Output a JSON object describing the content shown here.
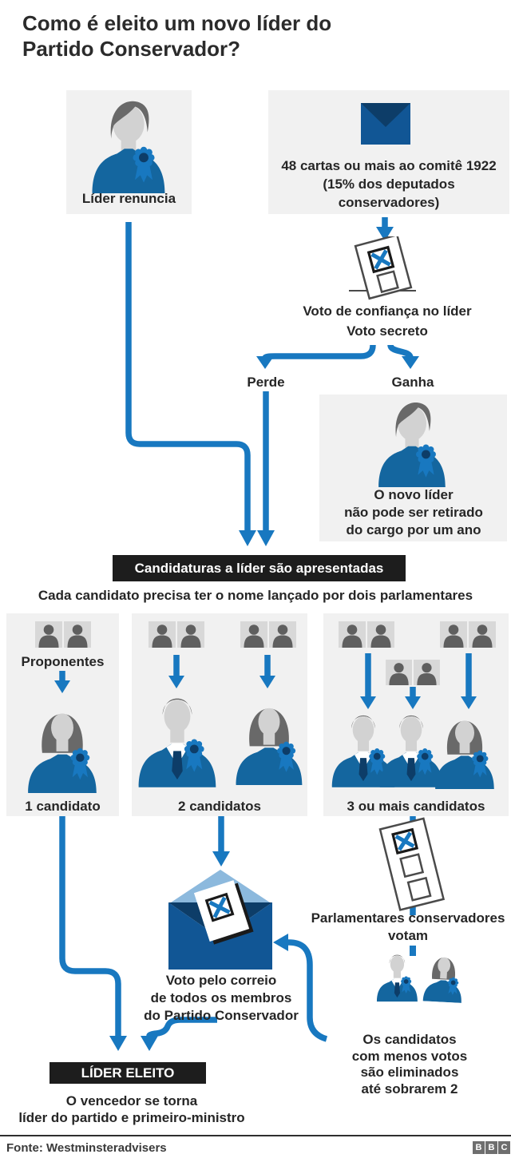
{
  "colors": {
    "blue": "#1878c0",
    "dblue": "#115695",
    "navy": "#0d3d68",
    "shirt": "#14669f",
    "flap": "#8cb9dd",
    "boxbg": "#f1f1f1",
    "bannerbg": "#1d1d1d",
    "ink": "#262626",
    "outline": "#4a4a4a",
    "tile": "#d8d8d8",
    "sil": "#5f5f5f",
    "hair": "#696969",
    "face": "#d2d2d2"
  },
  "title": "Como é eleito um novo líder do\nPartido Conservador?",
  "flow": {
    "resign_label": "Líder renuncia",
    "letters_text": "48 cartas ou mais ao comitê 1922\n(15% dos deputados\nconservadores)",
    "confidence_text": "Voto de confiança no líder\nVoto secreto",
    "lose_label": "Perde",
    "win_label": "Ganha",
    "new_leader_text": "O novo líder\nnão pode ser retirado\ndo cargo por um ano",
    "banner_candidacies": "Candidaturas a líder são apresentadas",
    "nomination_rule": "Cada candidato precisa ter o nome lançado por dois parlamentares",
    "proponents_label": "Proponentes",
    "one_candidate": "1 candidato",
    "two_candidates": "2 candidatos",
    "three_candidates": "3 ou mais candidatos",
    "mps_vote_text": "Parlamentares conservadores\nvotam",
    "postal_text": "Voto pelo correio\nde todos os membros\ndo Partido Conservador",
    "elimination_text": "Os candidatos\ncom menos votos\nsão eliminados\naté sobrarem 2",
    "banner_elected": "LÍDER ELEITO",
    "winner_text": "O vencedor se torna\nlíder do partido e primeiro-ministro"
  },
  "footer": {
    "source": "Fonte: Westminsteradvisers",
    "logo": [
      "B",
      "B",
      "C"
    ]
  }
}
